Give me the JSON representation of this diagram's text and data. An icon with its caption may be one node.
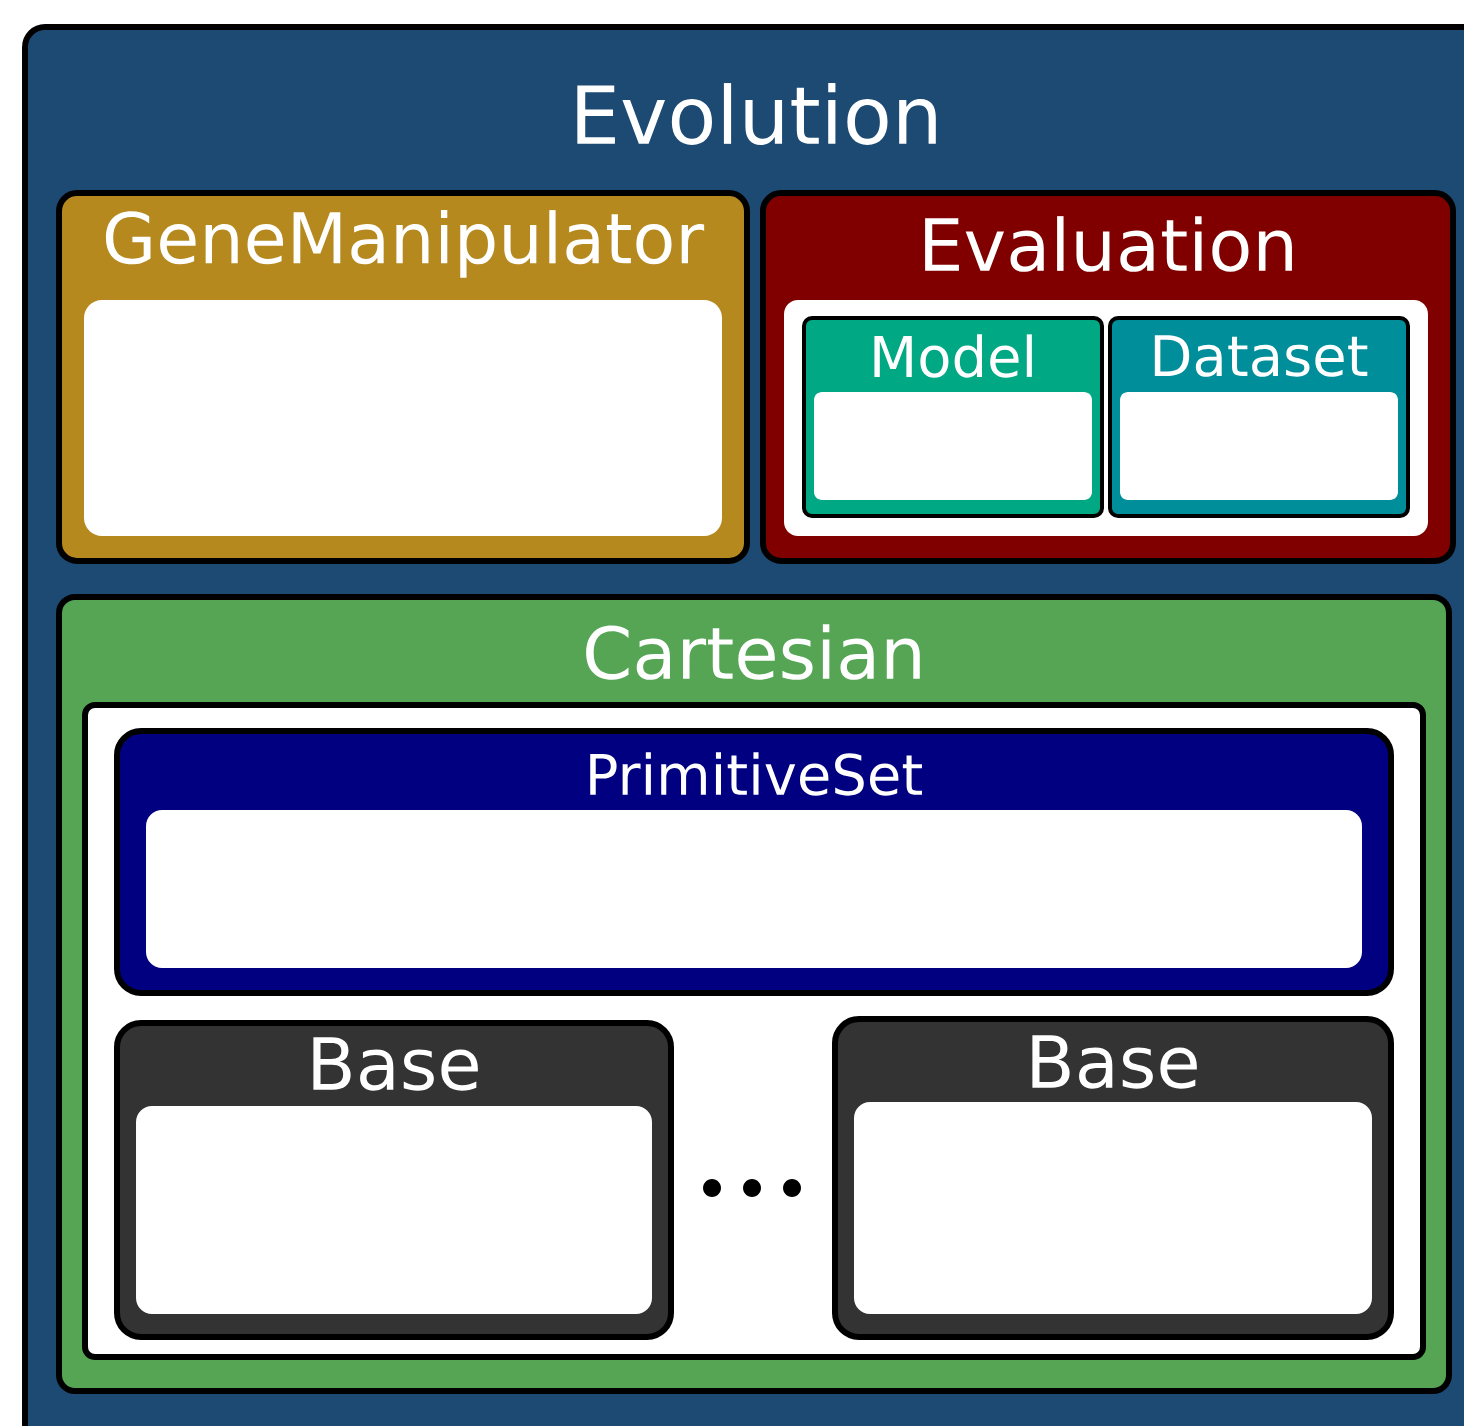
{
  "diagram": {
    "nodes": [
      {
        "text": [
          "Evolution"
        ]
      },
      {
        "text": [
          "GeneManipulator"
        ],
        "in": 0
      },
      {
        "text": [],
        "shape": "box",
        "in": 1
      },
      {
        "text": [
          "Evaluation"
        ],
        "in": 0
      },
      {
        "text": [],
        "shape": "box",
        "in": 3
      },
      {
        "text": [
          "Model"
        ],
        "in": 4
      },
      {
        "text": [],
        "shape": "box",
        "in": 5
      },
      {
        "text": [
          "Dataset"
        ],
        "in": 4
      },
      {
        "text": [],
        "shape": "box",
        "in": 7
      },
      {
        "text": [
          "Cartesian"
        ],
        "in": 0
      },
      {
        "text": [],
        "shape": "box",
        "in": 9
      },
      {
        "text": [
          "PrimitiveSet"
        ],
        "in": 10
      },
      {
        "text": [],
        "shape": "box",
        "in": 11
      },
      {
        "text": [
          "Base"
        ],
        "in": 10
      },
      {
        "text": [],
        "shape": "box",
        "in": 13
      },
      {
        "text": [
          "Base"
        ],
        "in": 10
      },
      {
        "text": [],
        "shape": "box",
        "in": 15
      }
    ]
  }
}
